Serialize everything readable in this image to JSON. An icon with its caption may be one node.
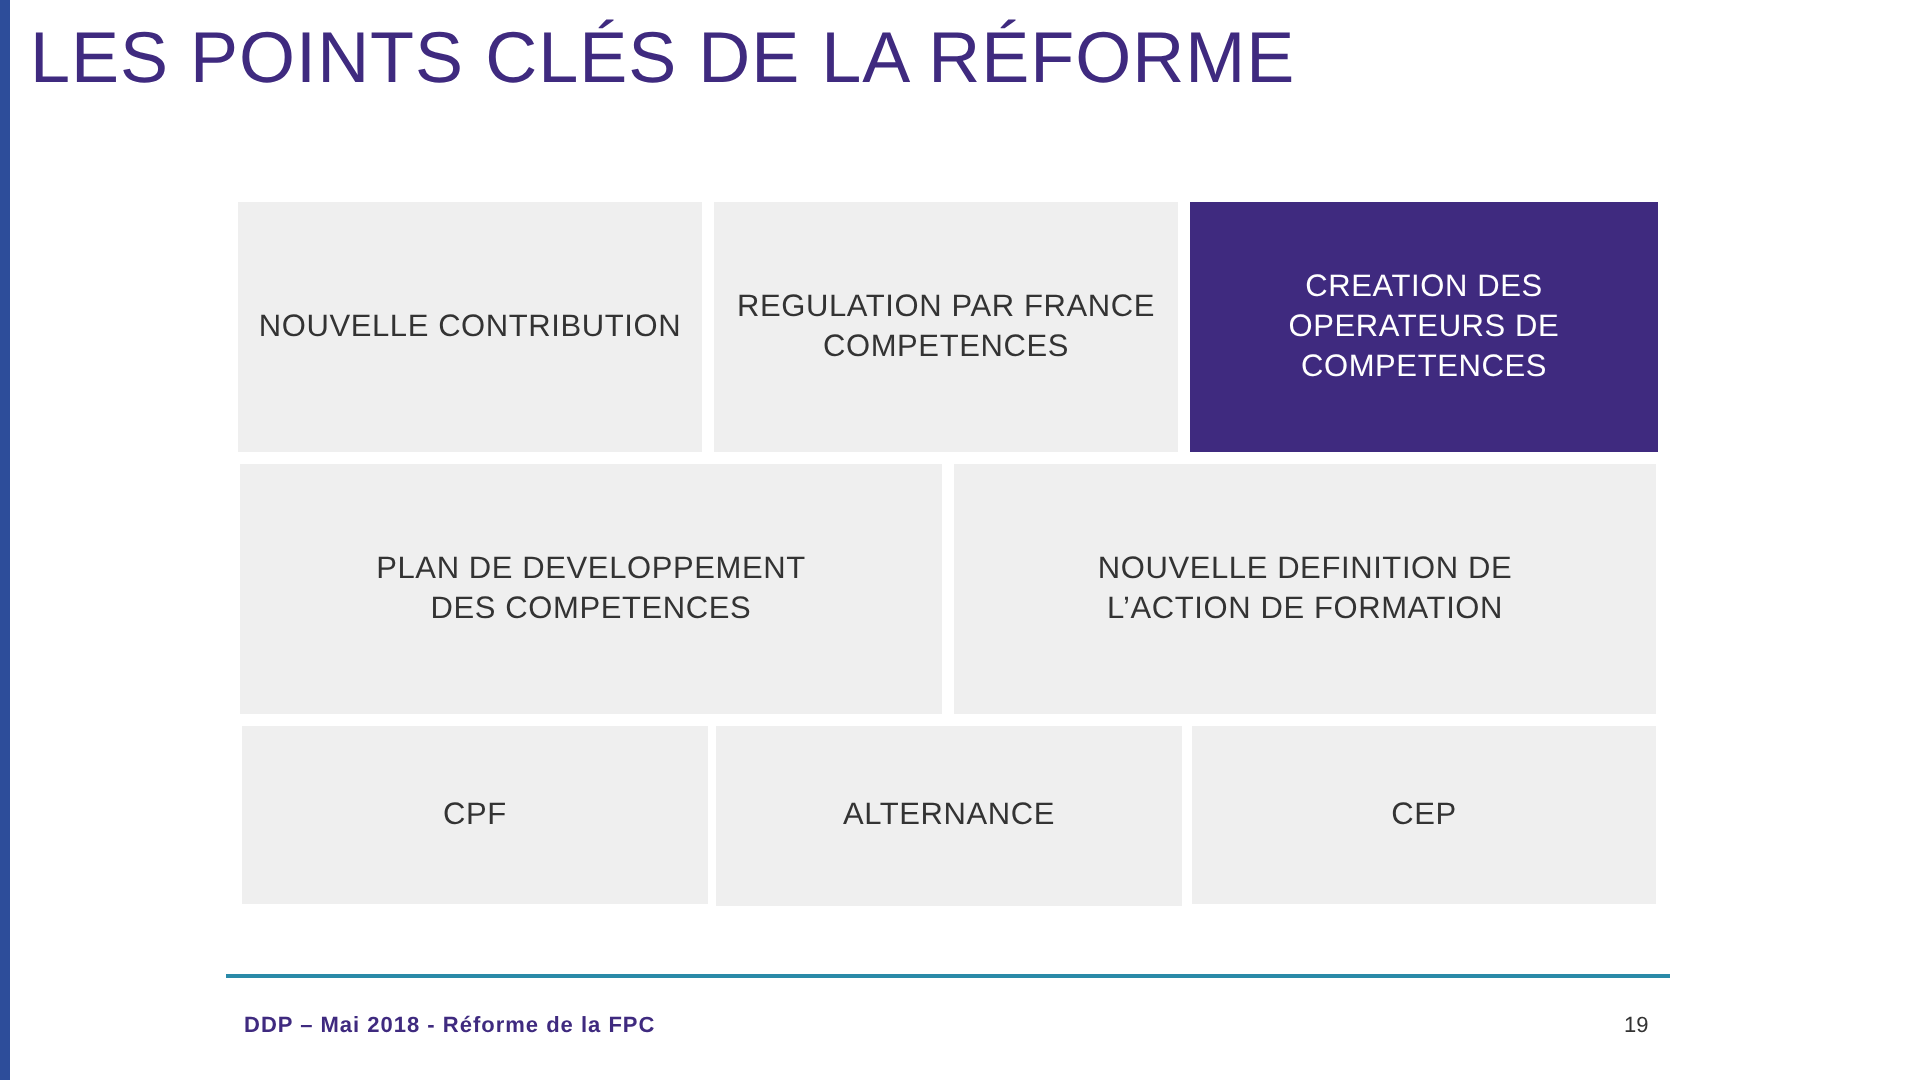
{
  "diagram": {
    "title": "LES POINTS CLÉS DE LA RÉFORME",
    "nodes": [
      {
        "text": [
          "NOUVELLE CONTRIBUTION"
        ]
      },
      {
        "text": [
          "REGULATION PAR FRANCE COMPETENCES"
        ]
      },
      {
        "text": [
          "CREATION DES OPERATEURS DE COMPETENCES"
        ]
      },
      {
        "text": [
          "PLAN DE DEVELOPPEMENT DES COMPETENCES"
        ]
      },
      {
        "text": [
          "NOUVELLE DEFINITION DE L’ACTION DE FORMATION"
        ]
      },
      {
        "text": [
          "CPF"
        ]
      },
      {
        "text": [
          "ALTERNANCE"
        ]
      },
      {
        "text": [
          "CEP"
        ]
      }
    ],
    "edges": [],
    "labels": [
      "DDP – Mai 2018 - Réforme de la FPC",
      "19"
    ]
  }
}
